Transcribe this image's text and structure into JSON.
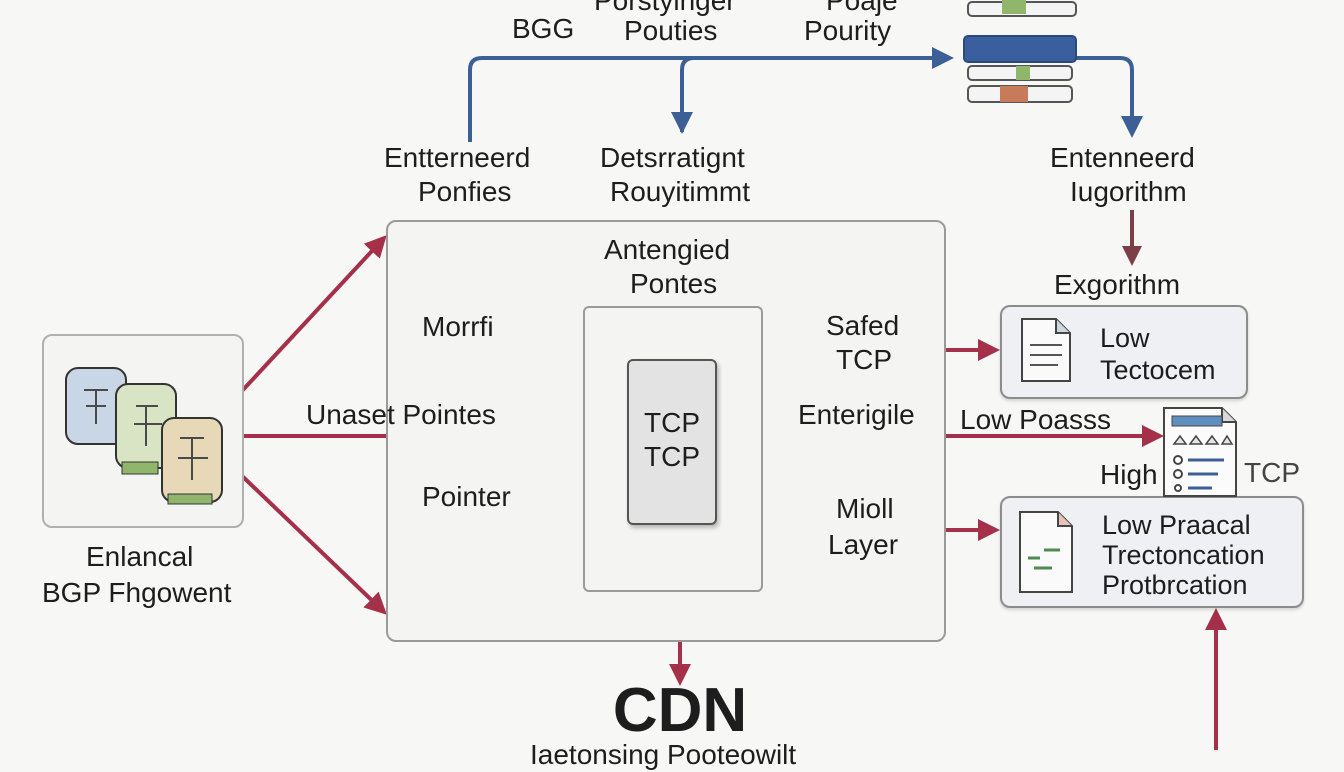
{
  "colors": {
    "blue_arrow": "#3c5f96",
    "red_arrow": "#a4304a",
    "brown_arrow": "#7d3f47",
    "panel_border": "#9a9a9a",
    "core_fill": "#e3e3e3"
  },
  "top": {
    "bgg": "BGG",
    "policy_a": "Porstyinger",
    "policy_a2": "Pouties",
    "policy_b": "Poaje",
    "policy_b2": "Pourity"
  },
  "mid_labels": {
    "entered_1": "Entterneerd",
    "entered_1b": "Ponfies",
    "dest_1": "Detsrratignt",
    "dest_1b": "Rouyitimmt",
    "entered_2": "Entenneerd",
    "entered_2b": "Iugorithm",
    "exgorithm": "Exgorithm"
  },
  "left": {
    "label_1": "Enlancal",
    "label_2": "BGP Fhgowent",
    "icon": "router-cluster-icon"
  },
  "center": {
    "title_1": "Antengied",
    "title_2": "Pontes",
    "morrfi": "Morrfi",
    "unaset": "Unaset Pointes",
    "pointer": "Pointer",
    "core_1": "TCP",
    "core_2": "TCP"
  },
  "right": {
    "safed_1": "Safed",
    "safed_2": "TCP",
    "enterigile": "Enterigile",
    "mioll_1": "Mioll",
    "mioll_2": "Layer",
    "low_poasss": "Low Poasss",
    "high": "High",
    "tcp_tag": "TCP",
    "card1_l1": "Low",
    "card1_l2": "Tectocem",
    "card2_l1": "Low Praacal",
    "card2_l2": "Trectoncation",
    "card2_l3": "Protbrcation"
  },
  "bottom": {
    "cdn": "CDN",
    "caption": "Iaetonsing Pooteowilt"
  }
}
